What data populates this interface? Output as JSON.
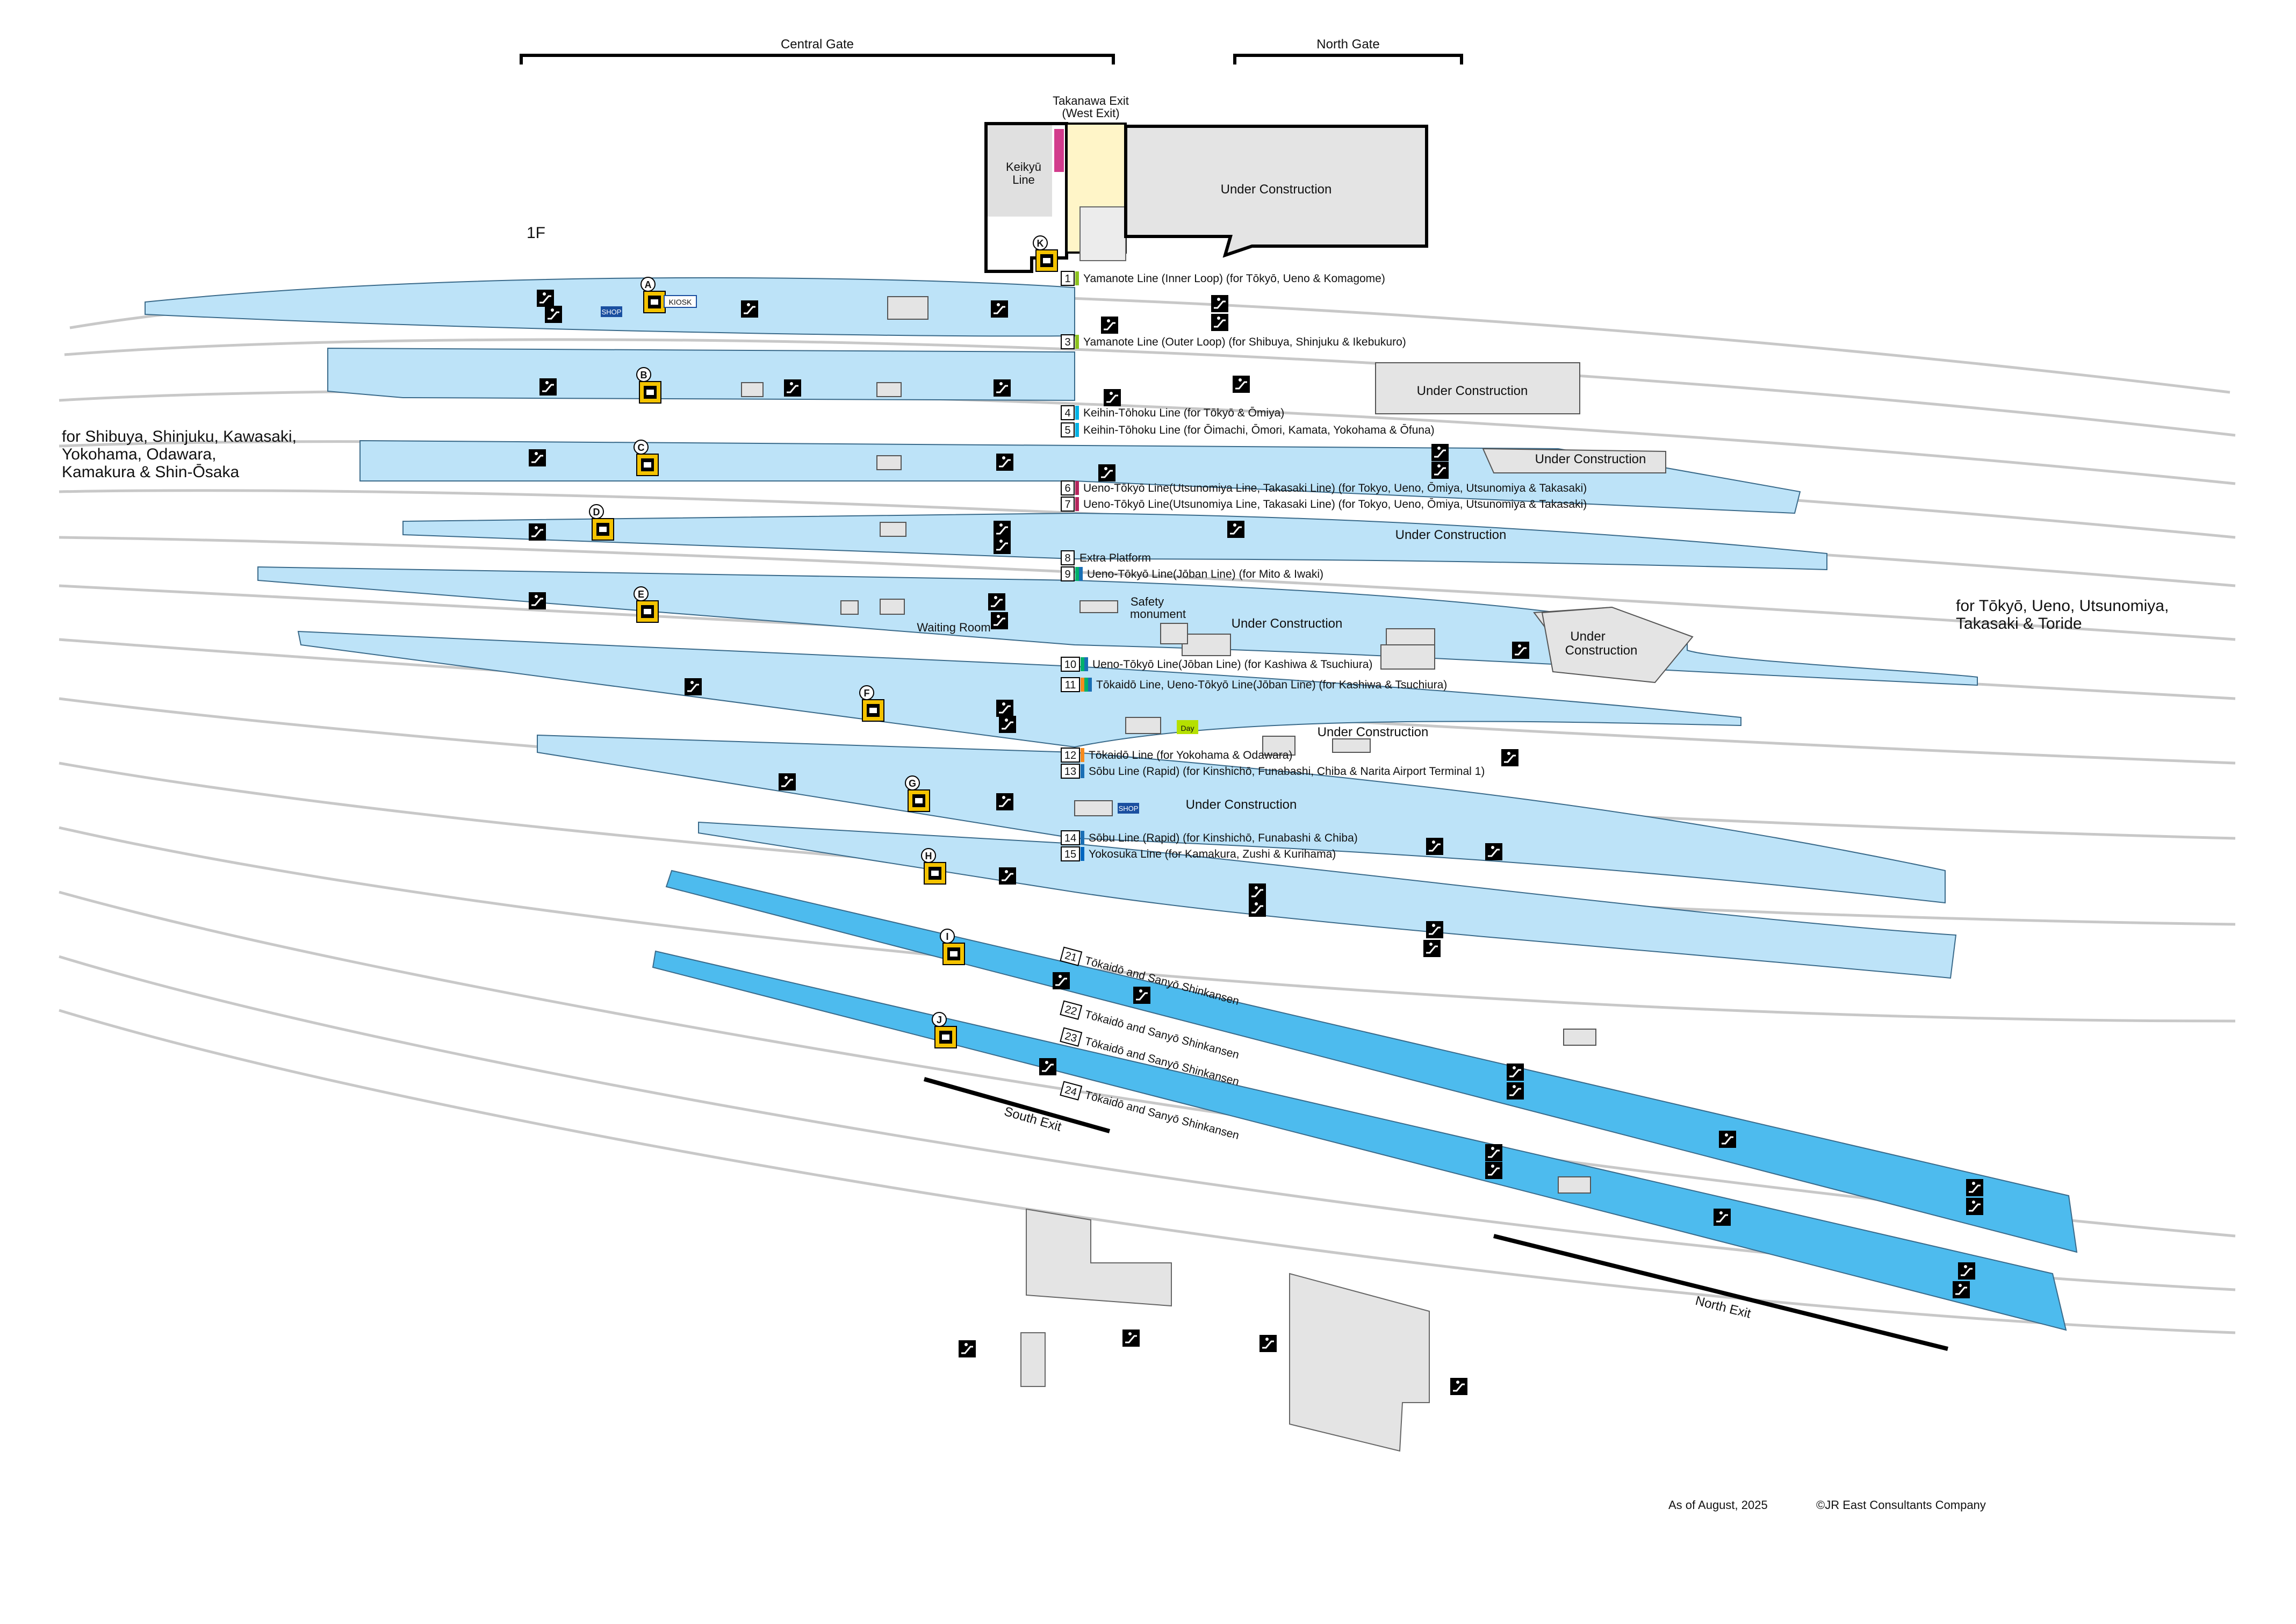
{
  "colors": {
    "platform": "#bde3f8",
    "platform_stroke": "#3a6a8a",
    "shinkansen": "#4dbbee",
    "construction": "#e4e4e4",
    "track": "#c8c8c8",
    "yamanote": "#8dc21f",
    "keihin_tohoku": "#00b2e5",
    "ueno_tokyo": "#b5255c",
    "tokaido": "#f68b1e",
    "joban": "#00b16b",
    "sobu": "#1a6fb5",
    "yokosuka": "#0067c0",
    "locker_yellow": "#f4c300"
  },
  "header": {
    "floor": "1F",
    "central_gate": "Central Gate",
    "north_gate": "North Gate",
    "takanawa_exit": "Takanawa Exit",
    "west_exit": "(West Exit)",
    "keikyu": "Keikyū",
    "line": "Line",
    "under_construction": "Under Construction"
  },
  "destinations": {
    "west": [
      "for Shibuya, Shinjuku, Kawasaki,",
      "Yokohama, Odawara,",
      "Kamakura & Shin-Ōsaka"
    ],
    "east": [
      "for Tōkyō, Ueno, Utsunomiya,",
      "Takasaki & Toride"
    ]
  },
  "tracks": [
    {
      "num": "1",
      "text": "Yamanote Line (Inner Loop)  (for Tōkyō, Ueno & Komagome)",
      "colors": [
        "#8dc21f"
      ]
    },
    {
      "num": "3",
      "text": "Yamanote Line (Outer Loop)  (for Shibuya, Shinjuku & Ikebukuro)",
      "colors": [
        "#8dc21f"
      ]
    },
    {
      "num": "4",
      "text": "Keihin-Tōhoku Line (for Tōkyō & Ōmiya)",
      "colors": [
        "#00b2e5"
      ]
    },
    {
      "num": "5",
      "text": "Keihin-Tōhoku Line (for Ōimachi, Ōmori, Kamata, Yokohama & Ōfuna)",
      "colors": [
        "#00b2e5"
      ]
    },
    {
      "num": "6",
      "text": "Ueno-Tōkyō Line(Utsunomiya Line, Takasaki Line)  (for Tokyo, Ueno, Ōmiya, Utsunomiya & Takasaki)",
      "colors": [
        "#b5255c"
      ]
    },
    {
      "num": "7",
      "text": "Ueno-Tōkyō Line(Utsunomiya Line, Takasaki Line)  (for Tokyo, Ueno, Ōmiya, Utsunomiya & Takasaki)",
      "colors": [
        "#b5255c"
      ]
    },
    {
      "num": "8",
      "text": "Extra Platform",
      "colors": []
    },
    {
      "num": "9",
      "text": "Ueno-Tōkyō Line(Jōban Line)  (for Mito & Iwaki)",
      "colors": [
        "#00b16b",
        "#1a6fb5"
      ]
    },
    {
      "num": "10",
      "text": "Ueno-Tōkyō Line(Jōban Line)  (for Kashiwa & Tsuchiura)",
      "colors": [
        "#00b16b",
        "#1a6fb5"
      ]
    },
    {
      "num": "11",
      "text": "Tōkaidō Line, Ueno-Tōkyō Line(Jōban Line)  (for Kashiwa & Tsuchiura)",
      "colors": [
        "#f68b1e",
        "#00b16b",
        "#1a6fb5"
      ]
    },
    {
      "num": "12",
      "text": "Tōkaidō Line (for Yokohama & Odawara)",
      "colors": [
        "#f68b1e"
      ]
    },
    {
      "num": "13",
      "text": "Sōbu Line (Rapid)  (for Kinshichō, Funabashi, Chiba & Narita Airport Terminal 1)",
      "colors": [
        "#1a6fb5"
      ]
    },
    {
      "num": "14",
      "text": "Sōbu Line (Rapid)  (for Kinshichō, Funabashi & Chiba)",
      "colors": [
        "#1a6fb5"
      ]
    },
    {
      "num": "15",
      "text": "Yokosuka Line (for Kamakura, Zushi & Kurihama)",
      "colors": [
        "#0067c0"
      ]
    },
    {
      "num": "21",
      "text": "Tōkaidō and Sanyō Shinkansen",
      "colors": []
    },
    {
      "num": "22",
      "text": "Tōkaidō and Sanyō Shinkansen",
      "colors": []
    },
    {
      "num": "23",
      "text": "Tōkaidō and Sanyō Shinkansen",
      "colors": []
    },
    {
      "num": "24",
      "text": "Tōkaidō and Sanyō Shinkansen",
      "colors": []
    }
  ],
  "lockers": [
    "A",
    "B",
    "C",
    "D",
    "E",
    "F",
    "G",
    "H",
    "I",
    "J",
    "K"
  ],
  "labels": {
    "under_construction": "Under Construction",
    "under": "Under",
    "construction": "Construction",
    "waiting_room": "Waiting Room",
    "safety": "Safety",
    "monument": "monument",
    "kiosk": "KIOSK",
    "shop": "SHOP",
    "day": "Day",
    "south_exit": "South Exit",
    "north_exit": "North Exit"
  },
  "footer": {
    "as_of": "As of August, 2025",
    "copyright": "©JR East Consultants Company"
  }
}
